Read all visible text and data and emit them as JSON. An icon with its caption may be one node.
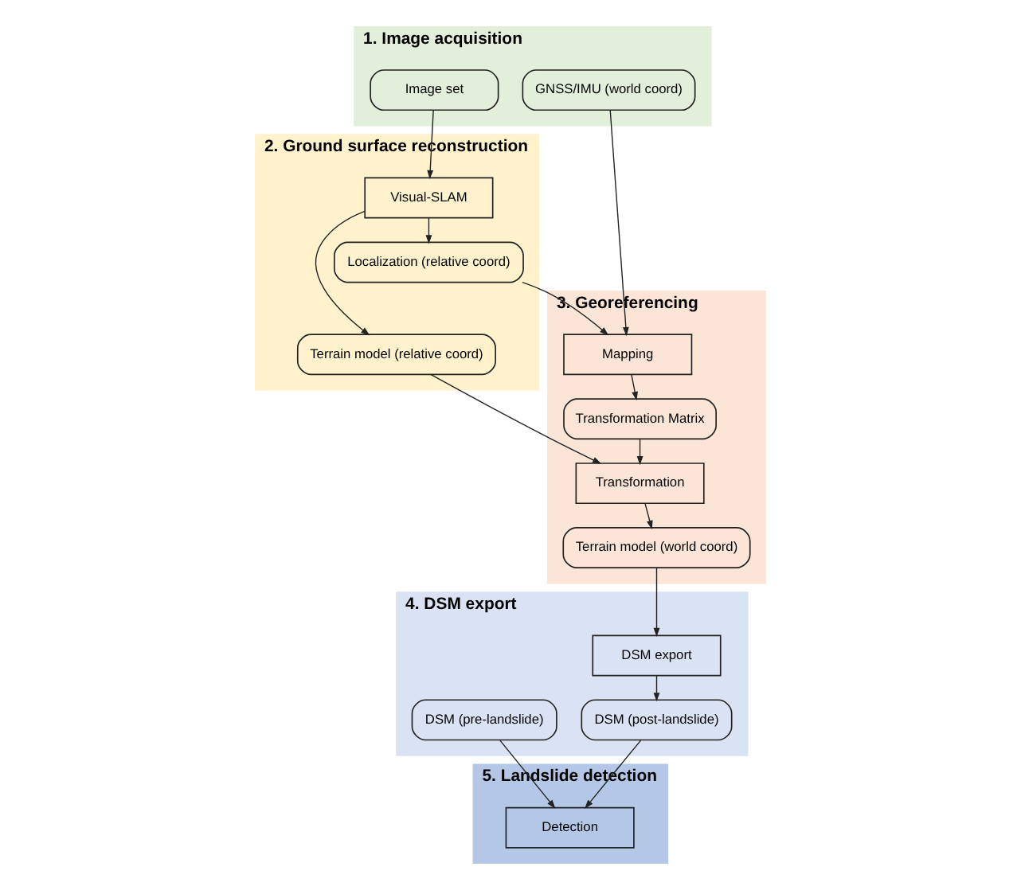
{
  "diagram": {
    "nodes": [
      {
        "text": [
          "1. Image acquisition"
        ]
      },
      {
        "text": [
          "Image set"
        ],
        "in": 0
      },
      {
        "text": [
          "GNSS/IMU (world coord)"
        ],
        "in": 0
      },
      {
        "text": [
          "2. Ground surface reconstruction"
        ]
      },
      {
        "text": [
          "Visual-SLAM"
        ],
        "in": 3
      },
      {
        "text": [
          "Terrain model (relative coord)"
        ],
        "in": 3
      },
      {
        "text": [
          "Localization (relative coord)"
        ],
        "in": 3
      },
      {
        "text": [
          "3. Georeferencing"
        ]
      },
      {
        "text": [
          "Mapping"
        ],
        "in": 7
      },
      {
        "text": [
          "Transformation Matrix"
        ],
        "in": 7
      },
      {
        "text": [
          "Transformation"
        ],
        "in": 7
      },
      {
        "text": [
          "Terrain model (world coord)"
        ],
        "in": 7
      },
      {
        "text": [
          "4. DSM export"
        ]
      },
      {
        "text": [
          "DSM export"
        ],
        "in": 12
      },
      {
        "text": [
          "DSM (pre-landslide)"
        ],
        "in": 12
      },
      {
        "text": [
          "DSM (post-landslide)"
        ],
        "in": 12
      },
      {
        "text": [
          "5. Landslide detection"
        ]
      },
      {
        "text": [
          "Detection"
        ],
        "in": 16
      }
    ],
    "edges": [
      {
        "from": 1,
        "to": 4,
        "arrow": "to"
      },
      {
        "from": 4,
        "to": 5,
        "arrow": "to"
      },
      {
        "from": 4,
        "to": 6,
        "arrow": "to"
      },
      {
        "from": 6,
        "to": 8,
        "arrow": "to"
      },
      {
        "from": 2,
        "to": 8,
        "arrow": "to"
      },
      {
        "from": 8,
        "to": 9,
        "arrow": "to"
      },
      {
        "from": 5,
        "to": 10,
        "arrow": "to"
      },
      {
        "from": 9,
        "to": 10,
        "arrow": "to"
      },
      {
        "from": 10,
        "to": 11,
        "arrow": "to"
      },
      {
        "from": 11,
        "to": 13,
        "arrow": "to"
      },
      {
        "from": 13,
        "to": 15,
        "arrow": "to"
      },
      {
        "from": 14,
        "to": 17,
        "arrow": "to"
      },
      {
        "from": 15,
        "to": 17,
        "arrow": "to"
      }
    ]
  }
}
